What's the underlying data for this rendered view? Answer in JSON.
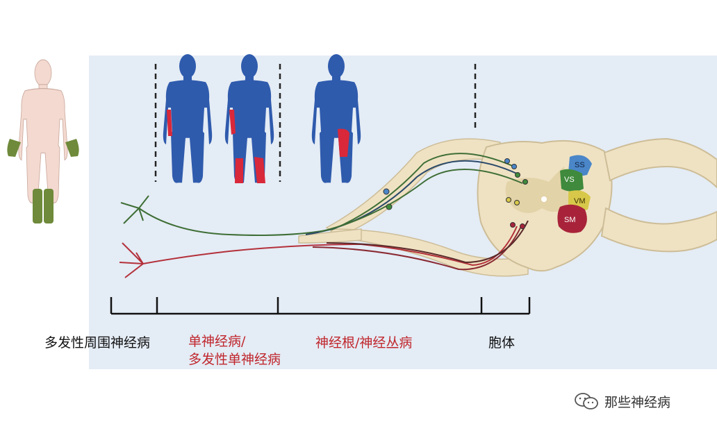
{
  "labels": {
    "polyneuropathy": "多发性周围神经病",
    "mononeuropathy_line1": "单神经病/",
    "mononeuropathy_line2": "多发性单神经病",
    "radiculopathy_plexopathy": "神经根/神经丛病",
    "cell_body": "胞体"
  },
  "spinal_regions": {
    "somatic_sensory": "SS",
    "visceral_sensory": "VS",
    "visceral_motor": "VM",
    "somatic_motor": "SM"
  },
  "watermark": {
    "text": "那些神经病",
    "icon": "wechat-icon"
  },
  "colors": {
    "panel_bg": "#e4ecf5",
    "nerve_tan": "#efe2c3",
    "body_blue": "#2f5bad",
    "affected_red": "#d9283a",
    "sensory_green": "#3e6e35",
    "motor_red": "#b3303a",
    "ss": "#4a86c8",
    "vs": "#3f8a3c",
    "vm": "#d8c84a",
    "sm": "#a8233a"
  }
}
